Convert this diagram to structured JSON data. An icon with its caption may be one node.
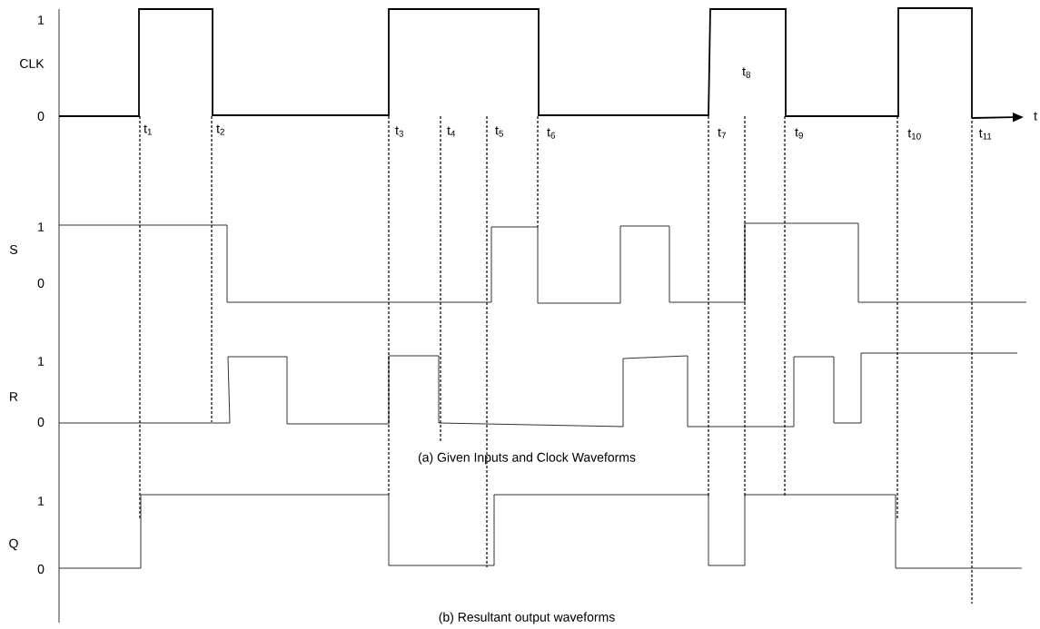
{
  "diagram": {
    "labels": [
      "1",
      "CLK",
      "t$_{8}$",
      "0",
      "t",
      "t$_{1}$",
      "t$_{2}$",
      "t$_{3}$",
      "t$_{4}$",
      "t$_{5}$",
      "t$_{6}$",
      "t$_{7}$",
      "t$_{9}$",
      "t$_{10}$",
      "t$_{11}$",
      "1",
      "S",
      "0",
      "1",
      "R",
      "0",
      "(a) Given Inputs and Clock Waveforms",
      "1",
      "Q",
      "0",
      "(b) Resultant output waveforms"
    ]
  }
}
